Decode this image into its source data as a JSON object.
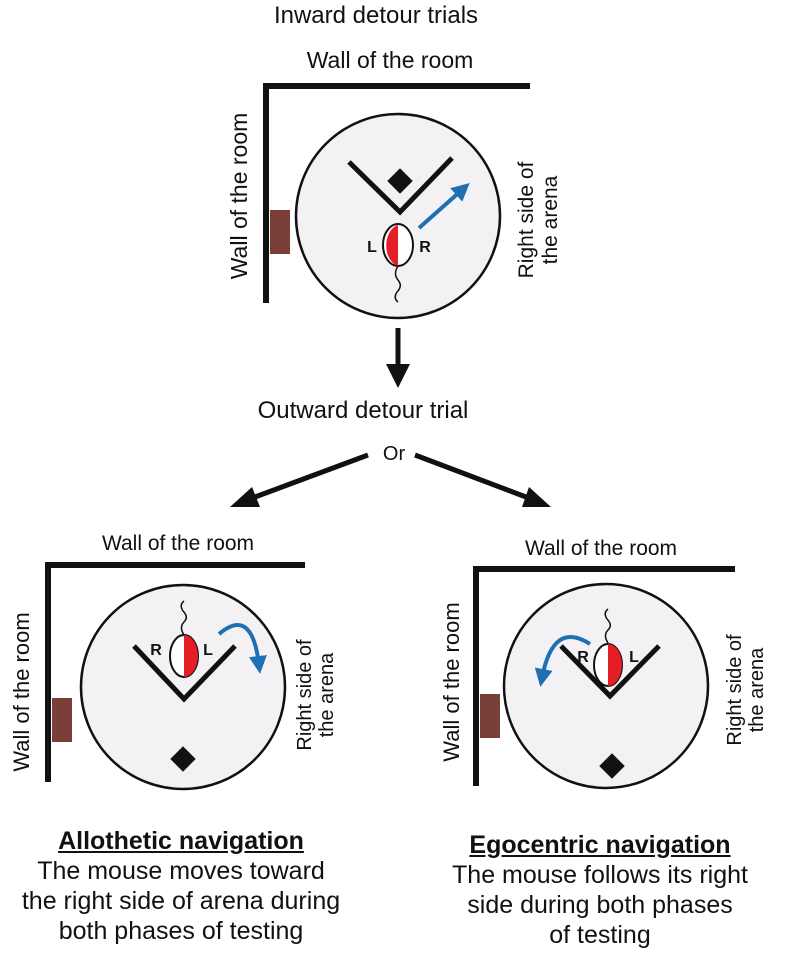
{
  "top": {
    "title": "Inward detour trials",
    "wall_top": "Wall of the room",
    "wall_left": "Wall of the room",
    "right_side_line1": "Right side of",
    "right_side_line2": "the arena",
    "left_mark": "L",
    "right_mark": "R"
  },
  "middle": {
    "outward_label": "Outward detour trial",
    "or_label": "Or"
  },
  "allothetic": {
    "wall_top": "Wall of the room",
    "wall_left": "Wall of the room",
    "right_side_line1": "Right side of",
    "right_side_line2": "the arena",
    "left_mark": "R",
    "right_mark": "L",
    "title": "Allothetic navigation",
    "desc_line1": "The mouse moves toward",
    "desc_line2": "the right side of arena during",
    "desc_line3": "both phases  of testing"
  },
  "egocentric": {
    "wall_top": "Wall of the room",
    "wall_left": "Wall of the room",
    "right_side_line1": "Right side of",
    "right_side_line2": "the arena",
    "left_mark": "R",
    "right_mark": "L",
    "title": "Egocentric navigation",
    "desc_line1": "The mouse follows its right",
    "desc_line2": "side during both phases",
    "desc_line3": "of testing"
  },
  "colors": {
    "wall": "#111111",
    "arena_fill": "#f4f1f4",
    "cue_card": "#7b3f3a",
    "mouse_red": "#e31e24",
    "arrow_blue": "#1f6fb3",
    "target": "#111111"
  }
}
